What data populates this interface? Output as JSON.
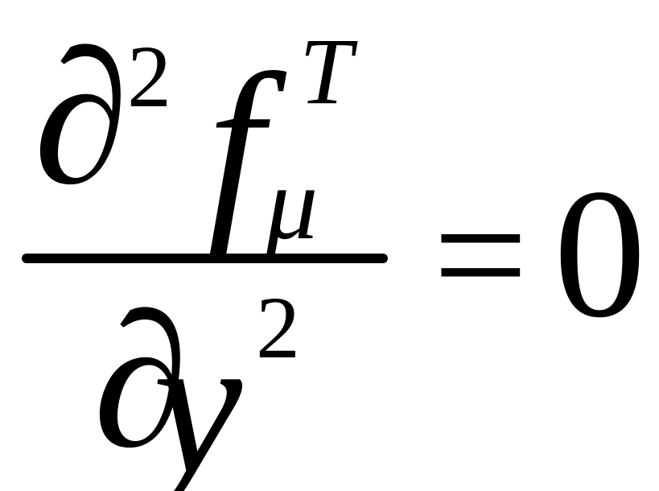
{
  "equation": {
    "numerator": {
      "partial_symbol": "∂",
      "order": "2",
      "function": "f",
      "superscript": "T",
      "subscript": "μ"
    },
    "denominator": {
      "partial_symbol": "∂",
      "variable": "y",
      "order": "2"
    },
    "relation": "=",
    "rhs": "0"
  }
}
